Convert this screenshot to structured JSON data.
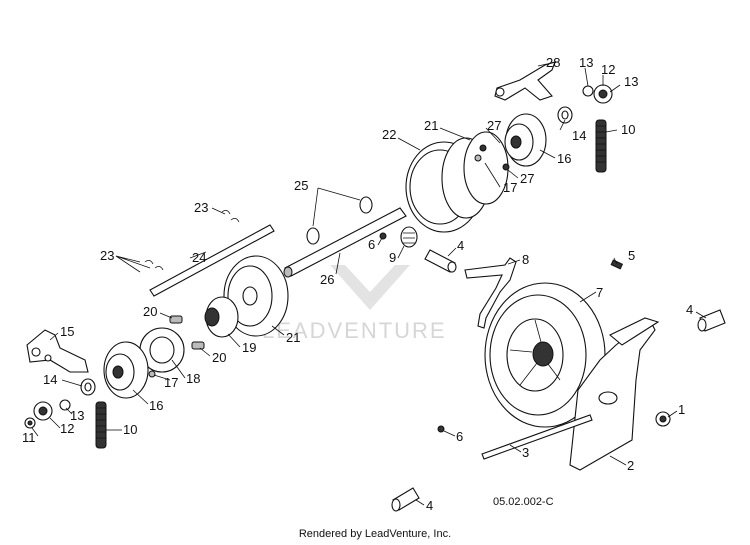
{
  "watermark": "LEADVENTURE",
  "diagram_code": "05.02.002-C",
  "footer": "Rendered by LeadVenture, Inc.",
  "callouts": [
    "28",
    "13",
    "12",
    "13",
    "21",
    "27",
    "14",
    "10",
    "22",
    "16",
    "17",
    "27",
    "25",
    "23",
    "6",
    "4",
    "8",
    "5",
    "9",
    "26",
    "23",
    "24",
    "7",
    "4",
    "15",
    "20",
    "21",
    "19",
    "20",
    "14",
    "17",
    "18",
    "13",
    "16",
    "12",
    "10",
    "11",
    "1",
    "6",
    "3",
    "2",
    "4"
  ]
}
